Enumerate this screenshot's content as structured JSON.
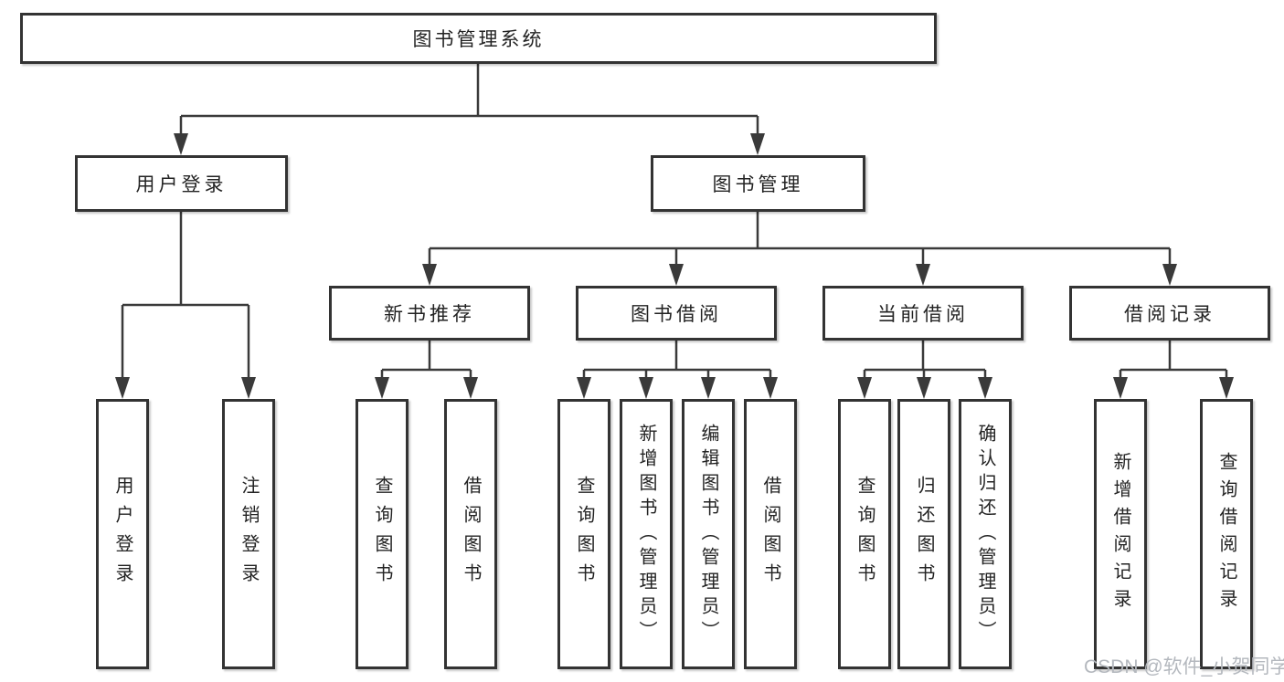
{
  "diagram": {
    "root": "图书管理系统",
    "level2": [
      "用户登录",
      "图书管理"
    ],
    "level3": [
      "新书推荐",
      "图书借阅",
      "当前借阅",
      "借阅记录"
    ],
    "leaves": {
      "user_login": [
        "用户登录",
        "注销登录"
      ],
      "new_book_recommend": [
        "查询图书",
        "借阅图书"
      ],
      "book_borrow": [
        "查询图书",
        "新增图书（管理员）",
        "编辑图书（管理员）",
        "借阅图书"
      ],
      "current_borrow": [
        "查询图书",
        "归还图书",
        "确认归还（管理员）"
      ],
      "borrow_records": [
        "新增借阅记录",
        "查询借阅记录"
      ]
    },
    "watermark": "CSDN @软件_小贺同学"
  },
  "colors": {
    "line": "#3a3a3a",
    "box_border": "#333333",
    "text": "#232323",
    "watermark": "#b4b8be",
    "background": "#ffffff"
  }
}
